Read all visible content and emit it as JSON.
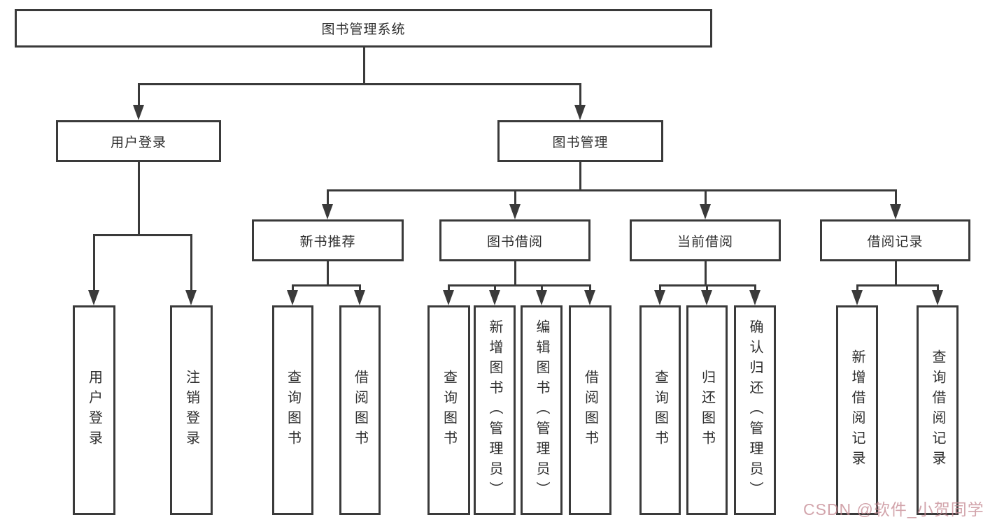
{
  "diagram": {
    "title": "图书管理系统",
    "nodes": {
      "root": {
        "label": "图书管理系统"
      },
      "user_login": {
        "label": "用户登录"
      },
      "book_mgmt": {
        "label": "图书管理"
      },
      "new_book_rec": {
        "label": "新书推荐"
      },
      "book_borrow": {
        "label": "图书借阅"
      },
      "current_borrow": {
        "label": "当前借阅"
      },
      "borrow_records": {
        "label": "借阅记录"
      },
      "leaf_user_login": {
        "label": "用户登录"
      },
      "leaf_logout": {
        "label": "注销登录"
      },
      "leaf_rec_query": {
        "label": "查询图书"
      },
      "leaf_rec_borrow": {
        "label": "借阅图书"
      },
      "leaf_bb_query": {
        "label": "查询图书"
      },
      "leaf_bb_add": {
        "label": "新增图书（管理员）"
      },
      "leaf_bb_edit": {
        "label": "编辑图书（管理员）"
      },
      "leaf_bb_borrow": {
        "label": "借阅图书"
      },
      "leaf_cb_query": {
        "label": "查询图书"
      },
      "leaf_cb_return": {
        "label": "归还图书"
      },
      "leaf_cb_confirm": {
        "label": "确认归还（管理员）"
      },
      "leaf_br_add": {
        "label": "新增借阅记录"
      },
      "leaf_br_query": {
        "label": "查询借阅记录"
      }
    },
    "hierarchy": {
      "图书管理系统": [
        "用户登录",
        "图书管理"
      ],
      "用户登录": [
        "用户登录",
        "注销登录"
      ],
      "图书管理": [
        "新书推荐",
        "图书借阅",
        "当前借阅",
        "借阅记录"
      ],
      "新书推荐": [
        "查询图书",
        "借阅图书"
      ],
      "图书借阅": [
        "查询图书",
        "新增图书（管理员）",
        "编辑图书（管理员）",
        "借阅图书"
      ],
      "当前借阅": [
        "查询图书",
        "归还图书",
        "确认归还（管理员）"
      ],
      "借阅记录": [
        "新增借阅记录",
        "查询借阅记录"
      ]
    },
    "watermark": "CSDN @软件_小贺同学",
    "colors": {
      "line": "#3a3a3a",
      "text": "#2e2e2e",
      "box_bg": "#ffffff",
      "background": "#ffffff",
      "watermark": "#c58b94"
    }
  }
}
